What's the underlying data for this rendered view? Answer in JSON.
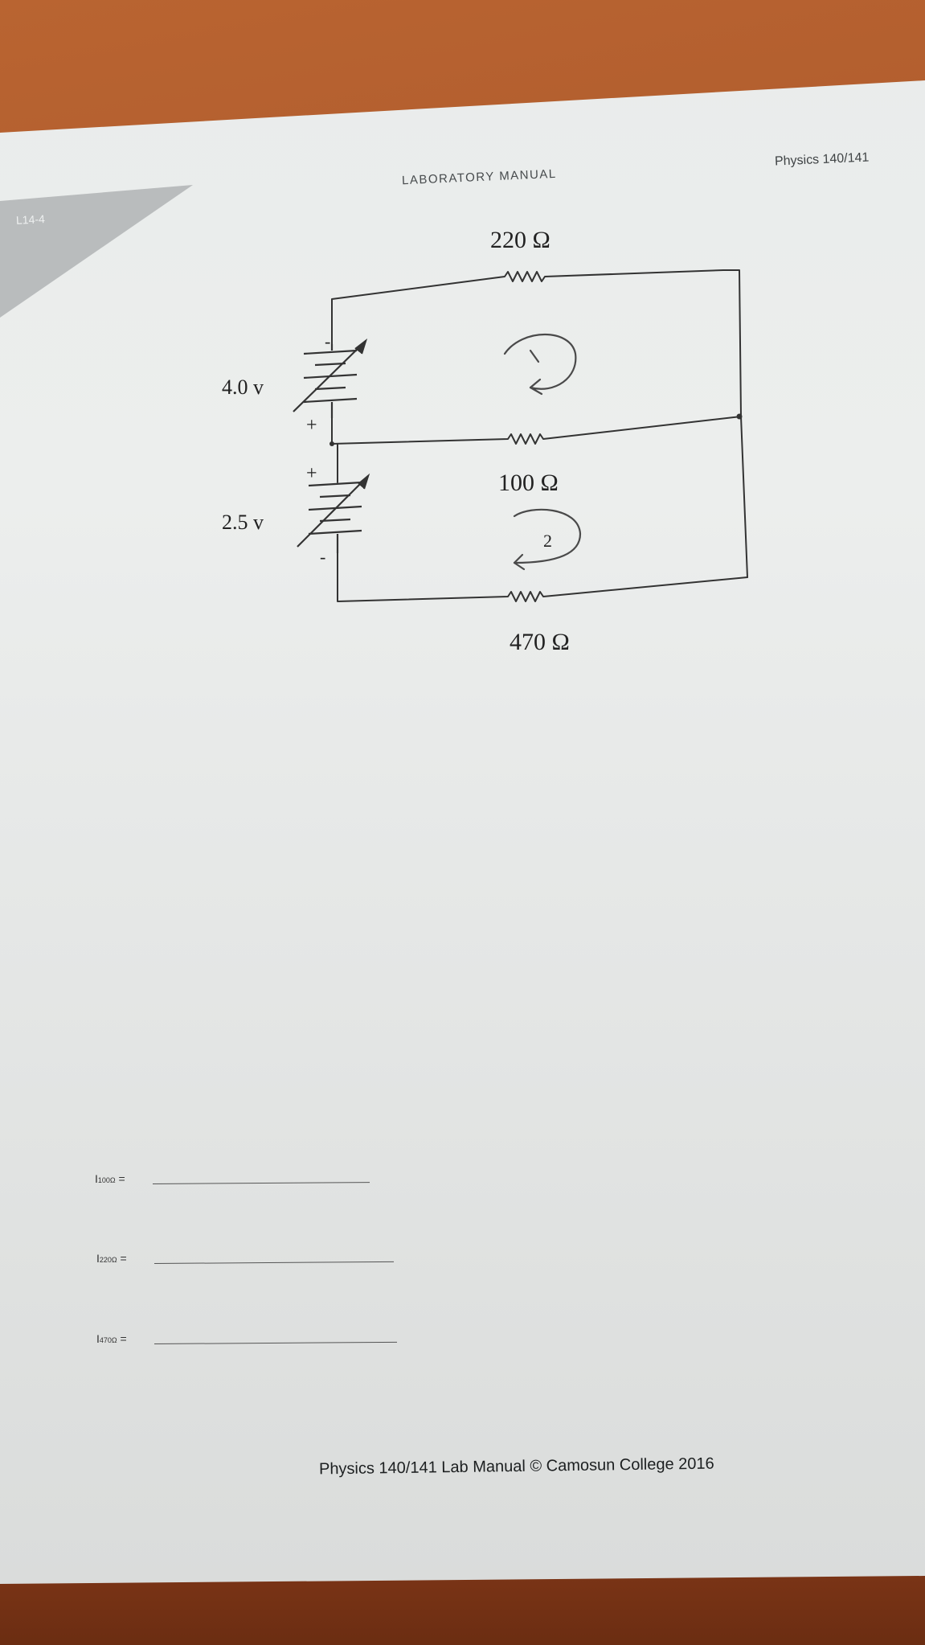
{
  "header": {
    "section_code": "L14-4",
    "manual_title": "LABORATORY MANUAL",
    "course": "Physics 140/141"
  },
  "circuit": {
    "resistor_top_label": "220 Ω",
    "resistor_middle_label": "100 Ω",
    "resistor_bottom_label": "470 Ω",
    "battery_top_label": "4.0 v",
    "battery_bottom_label": "2.5 v",
    "loop_1_label": "1",
    "loop_2_label": "2",
    "plus_sign": "+",
    "minus_sign": "-"
  },
  "answers": [
    {
      "symbol": "I",
      "subscript": "100Ω",
      "equals": "="
    },
    {
      "symbol": "I",
      "subscript": "220Ω",
      "equals": "="
    },
    {
      "symbol": "I",
      "subscript": "470Ω",
      "equals": "="
    }
  ],
  "footer": {
    "text": "Physics 140/141 Lab Manual © Camosun College 2016"
  }
}
